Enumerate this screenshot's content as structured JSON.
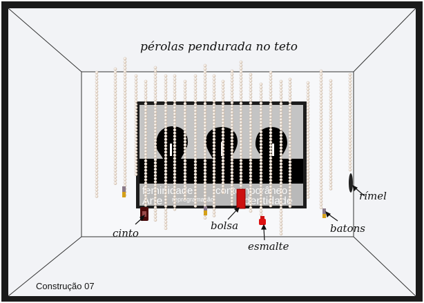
{
  "title": "pérolas pendurada no teto",
  "caption": "Construção 07",
  "labels": {
    "rimel": "rímel",
    "cinto": "cinto",
    "bolsa": "bolsa",
    "esmalte": "esmalte",
    "batons": "batons"
  },
  "artwork": {
    "line1_left": "feminidade",
    "line1_right": "contemporâneo",
    "line2_left": "Arte",
    "line2_mid": "reprogramação",
    "line2_right": "identidade"
  },
  "colors": {
    "frame": "#1a1a1a",
    "room_wall": "#f2f3f6",
    "back_wall": "#f7f8fa",
    "pearl": "#efe3d6",
    "pearl_shadow": "#c9b6a4",
    "bag": "#cc1111",
    "polish": "#dd1111",
    "lipstick": "#d4a017"
  }
}
